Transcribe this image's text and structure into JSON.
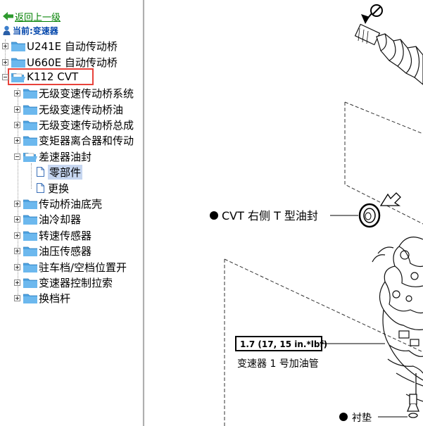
{
  "nav": {
    "back_label": "返回上一级",
    "current_label": "当前:变速器"
  },
  "tree": {
    "items": [
      {
        "label": "U241E 自动传动桥",
        "expander": "plus"
      },
      {
        "label": "U660E 自动传动桥",
        "expander": "plus"
      },
      {
        "label": "K112 CVT",
        "expander": "minus",
        "selected": true
      },
      {
        "label": "无级变速传动桥系统",
        "expander": "plus"
      },
      {
        "label": "无级变速传动桥油",
        "expander": "plus"
      },
      {
        "label": "无级变速传动桥总成",
        "expander": "plus"
      },
      {
        "label": "变矩器离合器和传动",
        "expander": "plus"
      },
      {
        "label": "差速器油封",
        "expander": "minus"
      },
      {
        "label": "零部件",
        "highlighted": true
      },
      {
        "label": "更换"
      },
      {
        "label": "传动桥油底壳",
        "expander": "plus"
      },
      {
        "label": "油冷却器",
        "expander": "plus"
      },
      {
        "label": "转速传感器",
        "expander": "plus"
      },
      {
        "label": "油压传感器",
        "expander": "plus"
      },
      {
        "label": "驻车档/空档位置开",
        "expander": "plus"
      },
      {
        "label": "变速器控制拉索",
        "expander": "plus"
      },
      {
        "label": "换档杆",
        "expander": "plus"
      }
    ]
  },
  "diagram": {
    "seal_label": "CVT 右侧 T 型油封",
    "torque_spec": "1.7 (17, 15 in.*lbf)",
    "pipe_label": "变速器 1 号加油管",
    "gasket_label": "衬垫"
  },
  "colors": {
    "selection_border": "#e8423a",
    "back_link": "#008000",
    "current_label": "#0044aa",
    "folder_fill": "#4fa3e0",
    "highlight": "#c6d6f0"
  }
}
